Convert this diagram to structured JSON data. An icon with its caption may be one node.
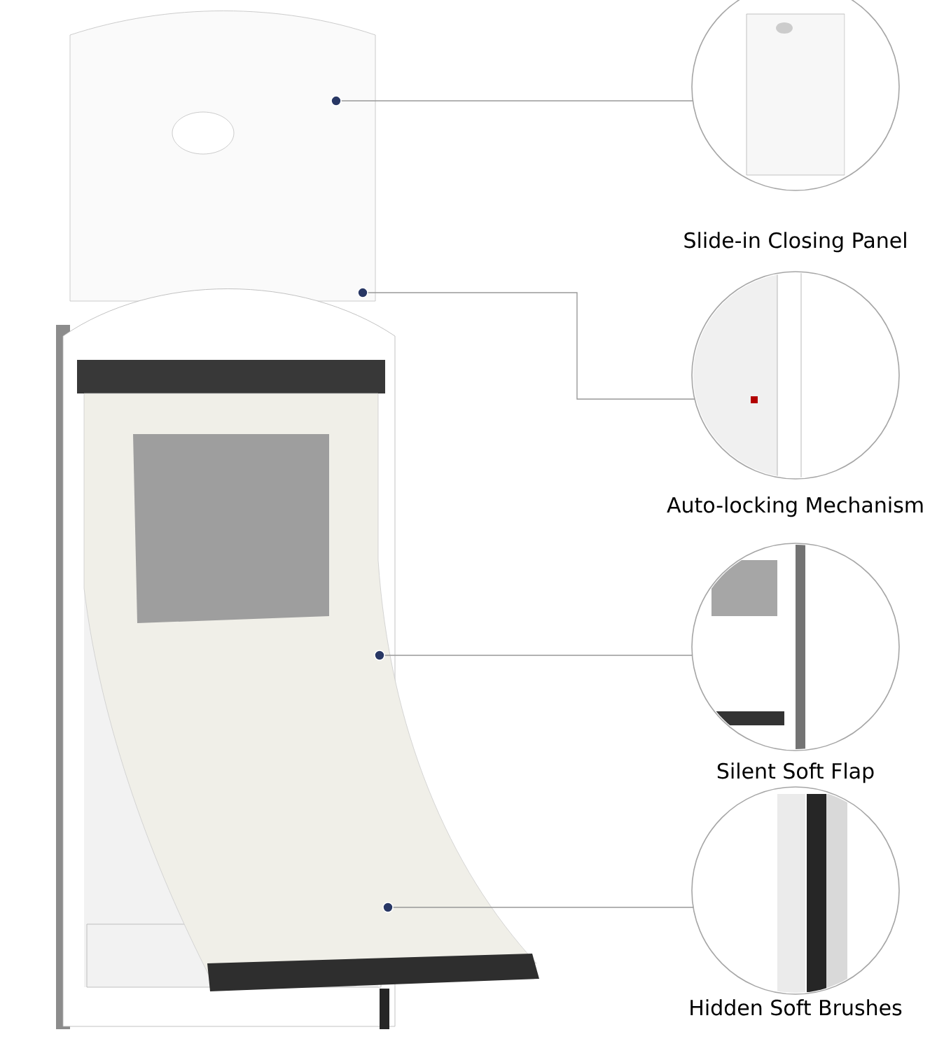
{
  "diagram": {
    "nodes": [
      {
        "text": [
          "Slide-in Closing Panel"
        ]
      },
      {
        "text": [
          "Auto-locking Mechanism"
        ]
      },
      {
        "text": [
          "Silent Soft Flap"
        ]
      },
      {
        "text": [
          "Hidden Soft Brushes"
        ]
      }
    ],
    "edges": [
      {
        "from": null,
        "to": 0,
        "arrow": "other"
      },
      {
        "from": null,
        "to": 1,
        "arrow": "other"
      },
      {
        "from": null,
        "to": 2,
        "arrow": "other"
      },
      {
        "from": null,
        "to": 3,
        "arrow": "other"
      }
    ]
  }
}
